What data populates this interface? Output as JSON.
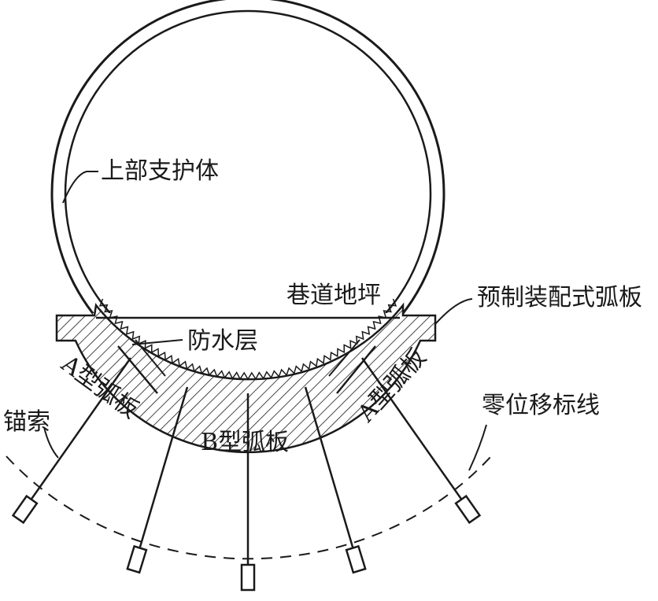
{
  "labels": {
    "upper_support": "上部支护体",
    "roadway_floor": "巷道地坪",
    "prefab_arc": "预制装配式弧板",
    "waterproof": "防水层",
    "a_arc_left": "A型弧板",
    "a_arc_right": "A型弧板",
    "b_arc": "B型弧板",
    "anchor_cable": "锚索",
    "zero_line": "零位移标线"
  }
}
